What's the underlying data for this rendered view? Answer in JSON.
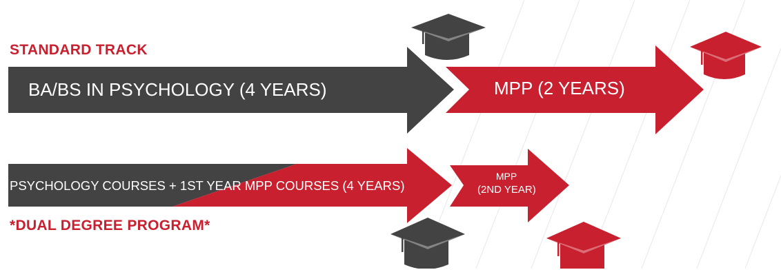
{
  "standard_track": {
    "title": "STANDARD TRACK",
    "stage1_label": "BA/BS IN PSYCHOLOGY (4 YEARS)",
    "stage2_label": "MPP (2 YEARS)"
  },
  "dual_degree": {
    "title": "*DUAL DEGREE PROGRAM*",
    "stage1_label": "PSYCHOLOGY COURSES + 1ST YEAR MPP COURSES (4 YEARS)",
    "stage2_label_line1": "MPP",
    "stage2_label_line2": "(2ND YEAR)"
  },
  "colors": {
    "dark": "#434343",
    "red": "#c8202f",
    "background_lines": "#ebebeb"
  },
  "icons": [
    "graduation-cap-icon",
    "graduation-cap-icon",
    "graduation-cap-icon",
    "graduation-cap-icon"
  ]
}
